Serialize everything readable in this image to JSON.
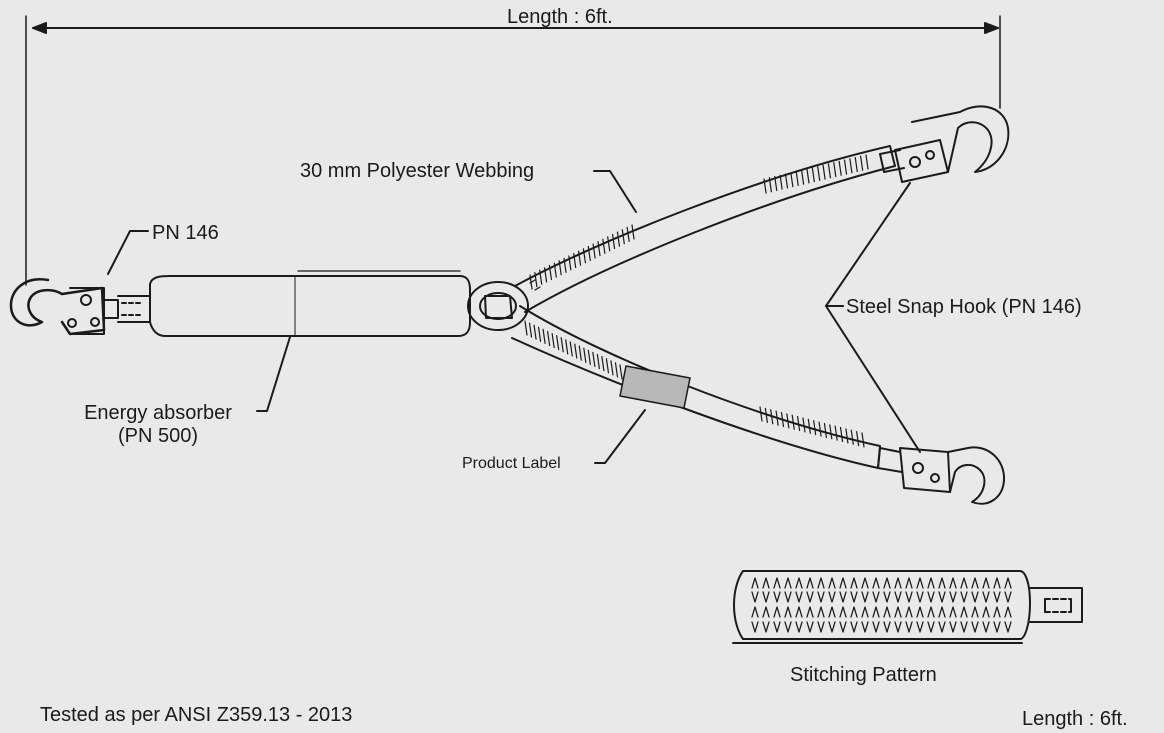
{
  "labels": {
    "top_length": "Length : 6ft.",
    "webbing": "30 mm Polyester Webbing",
    "pn146": "PN 146",
    "steel_snap_hook": "Steel Snap Hook (PN 146)",
    "energy_absorber_line1": "Energy absorber",
    "energy_absorber_line2": "(PN 500)",
    "product_label": "Product Label",
    "stitching_pattern": "Stitching Pattern",
    "tested": "Tested as per ANSI Z359.13 - 2013",
    "bottom_length": "Length : 6ft."
  },
  "colors": {
    "background": "#e9e9e9",
    "line": "#1b1b1b",
    "label_patch": "#b8b8b8"
  }
}
